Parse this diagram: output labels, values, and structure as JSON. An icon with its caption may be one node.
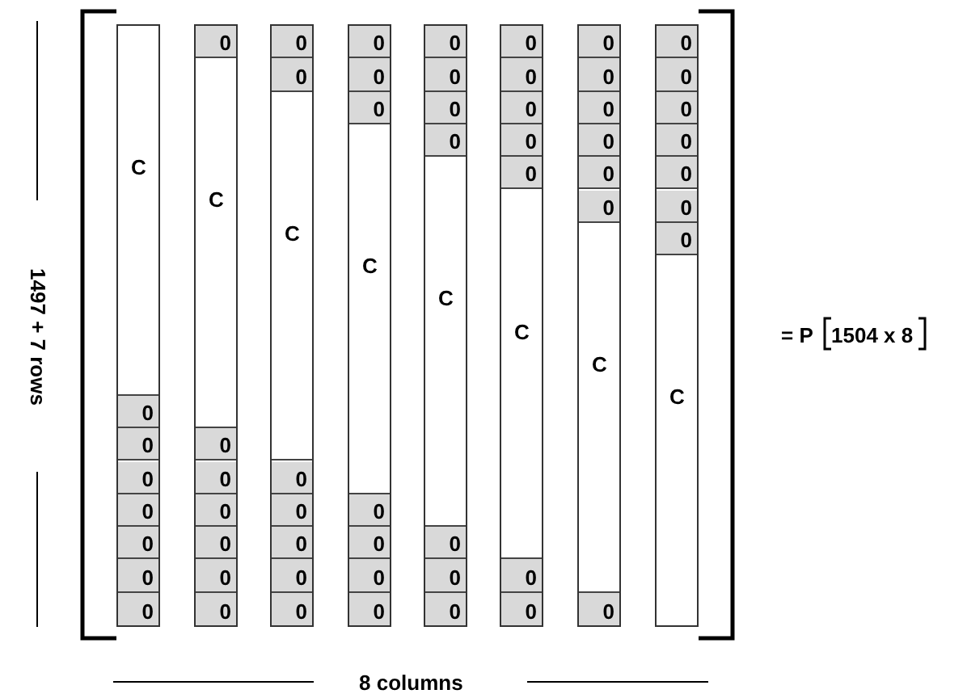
{
  "diagram": {
    "nodes": [
      {
        "text": [],
        "shape": "bar"
      },
      {
        "text": [
          "C"
        ],
        "in": 0
      },
      {
        "text": [
          "0"
        ],
        "in": 0
      },
      {
        "text": [
          "0"
        ],
        "in": 0
      },
      {
        "text": [
          "0"
        ],
        "in": 0
      },
      {
        "text": [
          "0"
        ],
        "in": 0
      },
      {
        "text": [
          "0"
        ],
        "in": 0
      },
      {
        "text": [
          "0"
        ],
        "in": 0
      },
      {
        "text": [
          "0"
        ],
        "in": 0
      },
      {
        "text": [],
        "shape": "bar"
      },
      {
        "text": [
          "0"
        ],
        "in": 9
      },
      {
        "text": [
          "C"
        ],
        "in": 9
      },
      {
        "text": [
          "0"
        ],
        "in": 9
      },
      {
        "text": [
          "0"
        ],
        "in": 9
      },
      {
        "text": [
          "0"
        ],
        "in": 9
      },
      {
        "text": [
          "0"
        ],
        "in": 9
      },
      {
        "text": [
          "0"
        ],
        "in": 9
      },
      {
        "text": [
          "0"
        ],
        "in": 9
      },
      {
        "text": [],
        "shape": "bar"
      },
      {
        "text": [
          "0"
        ],
        "in": 18
      },
      {
        "text": [
          "0"
        ],
        "in": 18
      },
      {
        "text": [
          "C"
        ],
        "in": 18
      },
      {
        "text": [
          "0"
        ],
        "in": 18
      },
      {
        "text": [
          "0"
        ],
        "in": 18
      },
      {
        "text": [
          "0"
        ],
        "in": 18
      },
      {
        "text": [
          "0"
        ],
        "in": 18
      },
      {
        "text": [
          "0"
        ],
        "in": 18
      },
      {
        "text": [],
        "shape": "bar"
      },
      {
        "text": [
          "0"
        ],
        "in": 27
      },
      {
        "text": [
          "0"
        ],
        "in": 27
      },
      {
        "text": [
          "0"
        ],
        "in": 27
      },
      {
        "text": [
          "C"
        ],
        "in": 27
      },
      {
        "text": [
          "0"
        ],
        "in": 27
      },
      {
        "text": [
          "0"
        ],
        "in": 27
      },
      {
        "text": [
          "0"
        ],
        "in": 27
      },
      {
        "text": [
          "0"
        ],
        "in": 27
      },
      {
        "text": [],
        "shape": "bar"
      },
      {
        "text": [
          "0"
        ],
        "in": 36
      },
      {
        "text": [
          "0"
        ],
        "in": 36
      },
      {
        "text": [
          "0"
        ],
        "in": 36
      },
      {
        "text": [
          "0"
        ],
        "in": 36
      },
      {
        "text": [
          "C"
        ],
        "in": 36
      },
      {
        "text": [
          "0"
        ],
        "in": 36
      },
      {
        "text": [
          "0"
        ],
        "in": 36
      },
      {
        "text": [
          "0"
        ],
        "in": 36
      },
      {
        "text": [],
        "shape": "bar"
      },
      {
        "text": [
          "0"
        ],
        "in": 45
      },
      {
        "text": [
          "0"
        ],
        "in": 45
      },
      {
        "text": [
          "0"
        ],
        "in": 45
      },
      {
        "text": [
          "0"
        ],
        "in": 45
      },
      {
        "text": [
          "0"
        ],
        "in": 45
      },
      {
        "text": [
          "C"
        ],
        "in": 45
      },
      {
        "text": [
          "0"
        ],
        "in": 45
      },
      {
        "text": [
          "0"
        ],
        "in": 45
      },
      {
        "text": [],
        "shape": "bar"
      },
      {
        "text": [
          "0"
        ],
        "in": 54
      },
      {
        "text": [
          "0"
        ],
        "in": 54
      },
      {
        "text": [
          "0"
        ],
        "in": 54
      },
      {
        "text": [
          "0"
        ],
        "in": 54
      },
      {
        "text": [
          "0"
        ],
        "in": 54
      },
      {
        "text": [
          "0"
        ],
        "in": 54
      },
      {
        "text": [
          "C"
        ],
        "in": 54
      },
      {
        "text": [
          "0"
        ],
        "in": 54
      },
      {
        "text": [],
        "shape": "bar"
      },
      {
        "text": [
          "0"
        ],
        "in": 63
      },
      {
        "text": [
          "0"
        ],
        "in": 63
      },
      {
        "text": [
          "0"
        ],
        "in": 63
      },
      {
        "text": [
          "0"
        ],
        "in": 63
      },
      {
        "text": [
          "0"
        ],
        "in": 63
      },
      {
        "text": [
          "0"
        ],
        "in": 63
      },
      {
        "text": [
          "0"
        ],
        "in": 63
      },
      {
        "text": [
          "C"
        ],
        "in": 63
      }
    ],
    "edges": [],
    "labels": [
      "1497 + 7 rows",
      "8 columns",
      "= P",
      "1504 x 8"
    ]
  }
}
